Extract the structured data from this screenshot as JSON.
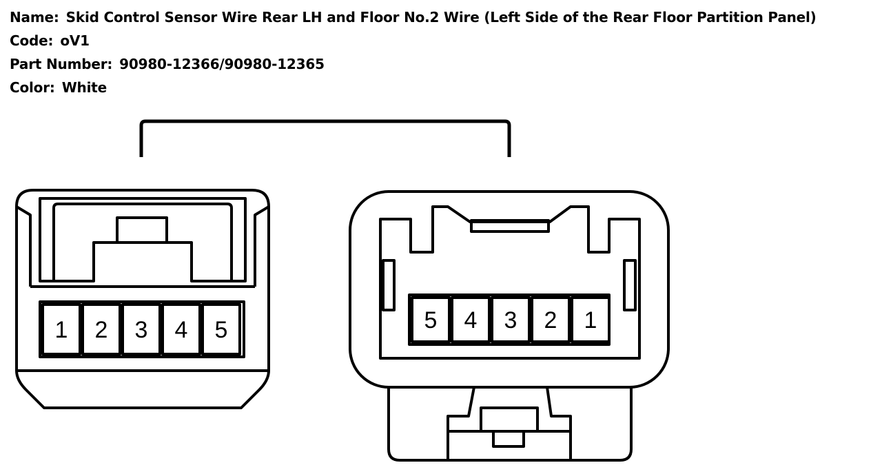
{
  "info": {
    "name_label": "Name:",
    "name_value": "Skid Control Sensor Wire Rear LH and Floor No.2 Wire (Left Side of the Rear Floor Partition Panel)",
    "code_label": "Code:",
    "code_value": "oV1",
    "part_label": "Part Number:",
    "part_value": "90980-12366/90980-12365",
    "color_label": "Color:",
    "color_value": "White"
  },
  "connector_left": {
    "pins": [
      "1",
      "2",
      "3",
      "4",
      "5"
    ]
  },
  "connector_right": {
    "pins": [
      "5",
      "4",
      "3",
      "2",
      "1"
    ]
  }
}
